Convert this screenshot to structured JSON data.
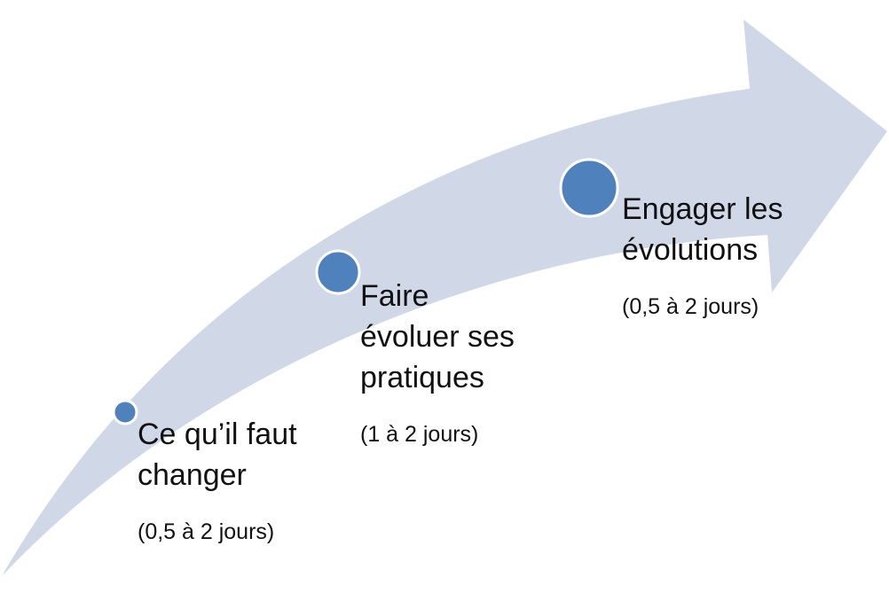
{
  "colors": {
    "arrow_fill": "#d0d8e8",
    "dot_fill": "#4f81bd",
    "dot_stroke": "#ffffff"
  },
  "steps": [
    {
      "title_lines": [
        "Ce qu’il faut",
        "changer"
      ],
      "duration": "(0,5 à 2 jours)"
    },
    {
      "title_lines": [
        "Faire",
        "évoluer ses",
        "pratiques"
      ],
      "duration": "(1 à 2 jours)"
    },
    {
      "title_lines": [
        "Engager les",
        "évolutions"
      ],
      "duration": "(0,5 à 2 jours)"
    }
  ]
}
